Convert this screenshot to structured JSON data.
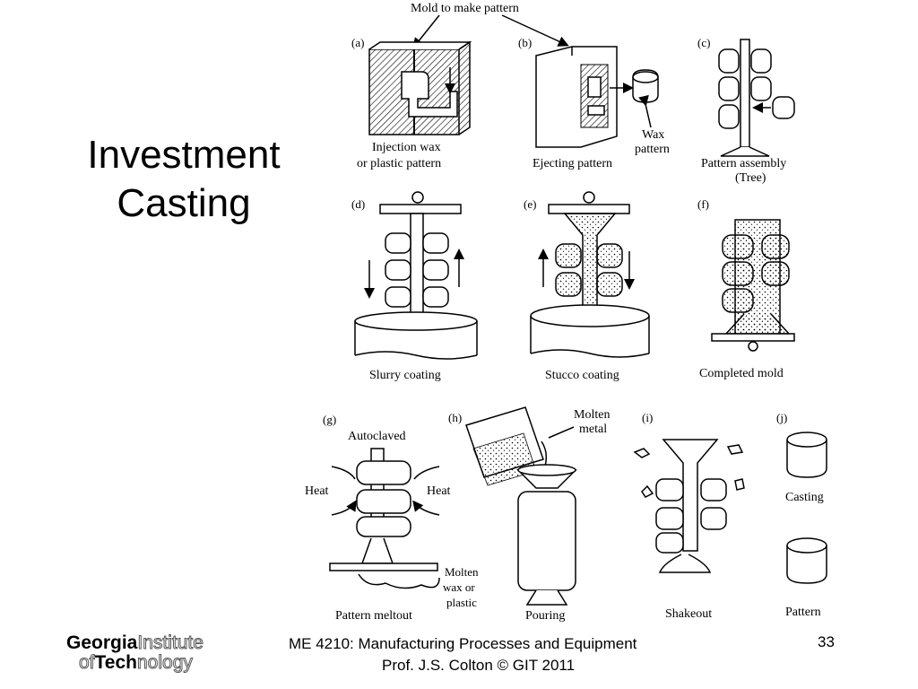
{
  "slide": {
    "title_line1": "Investment",
    "title_line2": "Casting",
    "page_number": "33"
  },
  "footer": {
    "logo_line1_bold": "Georgia",
    "logo_line1_outline": "Institute",
    "logo_line2_outline_a": "of",
    "logo_line2_bold": "Tech",
    "logo_line2_outline_b": "nology",
    "course": "ME 4210: Manufacturing Processes and Equipment",
    "author": "Prof. J.S. Colton © GIT 2011"
  },
  "figure": {
    "top_label": "Mold to make pattern",
    "panels": {
      "a": {
        "letter": "(a)",
        "caption1": "Injection wax",
        "caption2": "or plastic pattern"
      },
      "b": {
        "letter": "(b)",
        "caption1": "Ejecting pattern",
        "callout1": "Wax",
        "callout2": "pattern"
      },
      "c": {
        "letter": "(c)",
        "caption1": "Pattern assembly",
        "caption2": "(Tree)"
      },
      "d": {
        "letter": "(d)",
        "caption1": "Slurry coating"
      },
      "e": {
        "letter": "(e)",
        "caption1": "Stucco coating"
      },
      "f": {
        "letter": "(f)",
        "caption1": "Completed mold"
      },
      "g": {
        "letter": "(g)",
        "caption1": "Pattern meltout",
        "label_top": "Autoclaved",
        "heat_left": "Heat",
        "heat_right": "Heat",
        "molten1": "Molten",
        "molten2": "wax or",
        "molten3": "plastic"
      },
      "h": {
        "letter": "(h)",
        "caption1": "Pouring",
        "metal1": "Molten",
        "metal2": "metal"
      },
      "i": {
        "letter": "(i)",
        "caption1": "Shakeout"
      },
      "j": {
        "letter": "(j)",
        "caption_casting": "Casting",
        "caption_pattern": "Pattern"
      }
    }
  }
}
